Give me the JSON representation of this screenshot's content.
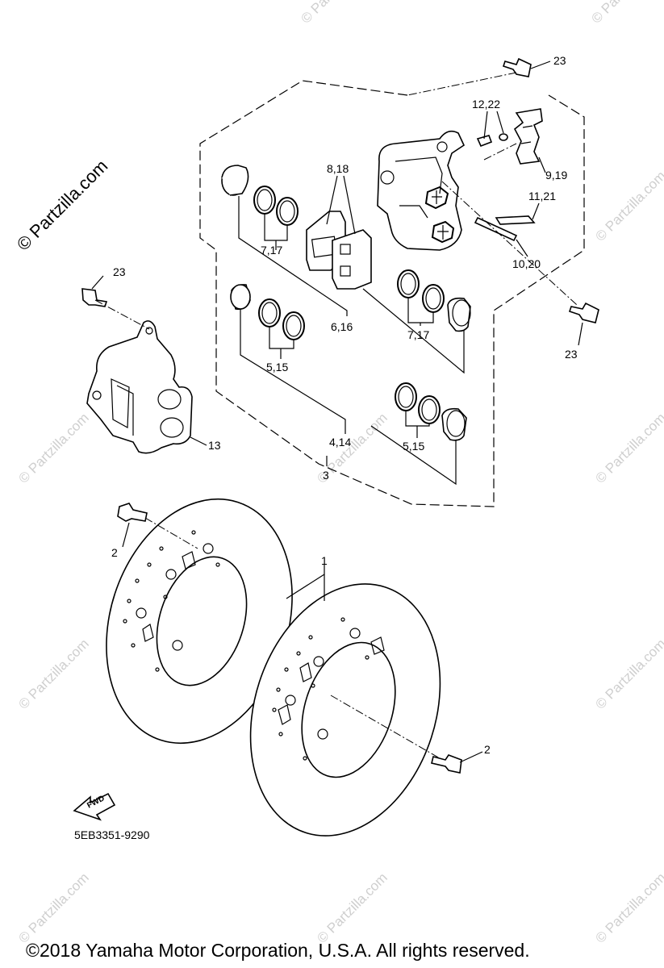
{
  "watermarks": {
    "main": "© Partzilla.com",
    "tile": "© Partzilla.com"
  },
  "callouts": {
    "c23a": "23",
    "c12_22": "12,22",
    "c8_18": "8,18",
    "c9_19": "9,19",
    "c11_21": "11,21",
    "c7_17a": "7,17",
    "c10_20": "10,20",
    "c23b": "23",
    "c6_16": "6,16",
    "c7_17b": "7,17",
    "c23c": "23",
    "c5_15a": "5,15",
    "c13": "13",
    "c4_14": "4,14",
    "c5_15b": "5,15",
    "c3": "3",
    "c2a": "2",
    "c1": "1",
    "c2b": "2"
  },
  "fwd_label": "FWD",
  "diagram_code": "5EB3351-9290",
  "copyright": "©2018 Yamaha Motor Corporation, U.S.A. All rights reserved."
}
